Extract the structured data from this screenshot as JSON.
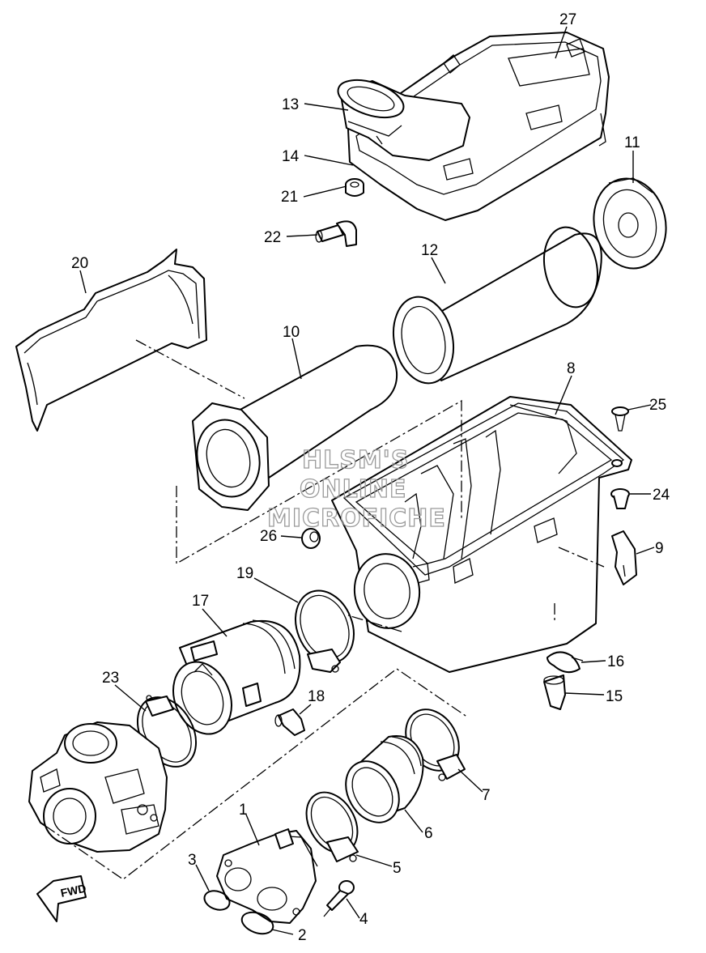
{
  "callouts": [
    {
      "id": "27",
      "label": "27"
    },
    {
      "id": "13",
      "label": "13"
    },
    {
      "id": "14",
      "label": "14"
    },
    {
      "id": "11",
      "label": "11"
    },
    {
      "id": "21",
      "label": "21"
    },
    {
      "id": "22",
      "label": "22"
    },
    {
      "id": "12",
      "label": "12"
    },
    {
      "id": "20",
      "label": "20"
    },
    {
      "id": "10",
      "label": "10"
    },
    {
      "id": "8",
      "label": "8"
    },
    {
      "id": "25",
      "label": "25"
    },
    {
      "id": "24",
      "label": "24"
    },
    {
      "id": "26",
      "label": "26"
    },
    {
      "id": "9",
      "label": "9"
    },
    {
      "id": "19",
      "label": "19"
    },
    {
      "id": "17",
      "label": "17"
    },
    {
      "id": "16",
      "label": "16"
    },
    {
      "id": "18",
      "label": "18"
    },
    {
      "id": "15",
      "label": "15"
    },
    {
      "id": "23",
      "label": "23"
    },
    {
      "id": "7",
      "label": "7"
    },
    {
      "id": "6",
      "label": "6"
    },
    {
      "id": "1",
      "label": "1"
    },
    {
      "id": "5",
      "label": "5"
    },
    {
      "id": "3",
      "label": "3"
    },
    {
      "id": "4",
      "label": "4"
    },
    {
      "id": "2",
      "label": "2"
    }
  ],
  "watermark": {
    "line1": "HLSM'S",
    "line2": "ONLINE",
    "line3": "MICROFICHE"
  },
  "direction_badge": {
    "label": "FWD"
  }
}
